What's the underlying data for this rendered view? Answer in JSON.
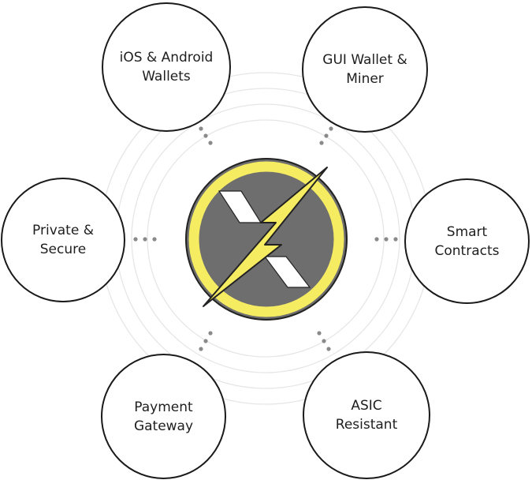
{
  "nodes": [
    {
      "id": "ios",
      "label": "iOS & Android\nWallets"
    },
    {
      "id": "gui",
      "label": "GUI Wallet &\nMiner"
    },
    {
      "id": "private",
      "label": "Private &\nSecure"
    },
    {
      "id": "smart",
      "label": "Smart\nContracts"
    },
    {
      "id": "payment",
      "label": "Payment\nGateway"
    },
    {
      "id": "asic",
      "label": "ASIC\nResistant"
    }
  ],
  "logo": {
    "ring_color": "#f5ec62",
    "badge_color": "#6e6e6e",
    "x_color": "#ffffff",
    "bolt_color": "#f5ec62",
    "outline_color": "#222222"
  },
  "colors": {
    "node_border": "#1a1a1a",
    "text": "#1e1e1e",
    "rings": "#e6e6e6",
    "dots": "#8a8a8a"
  },
  "icons": [
    "electroneum-logo"
  ]
}
